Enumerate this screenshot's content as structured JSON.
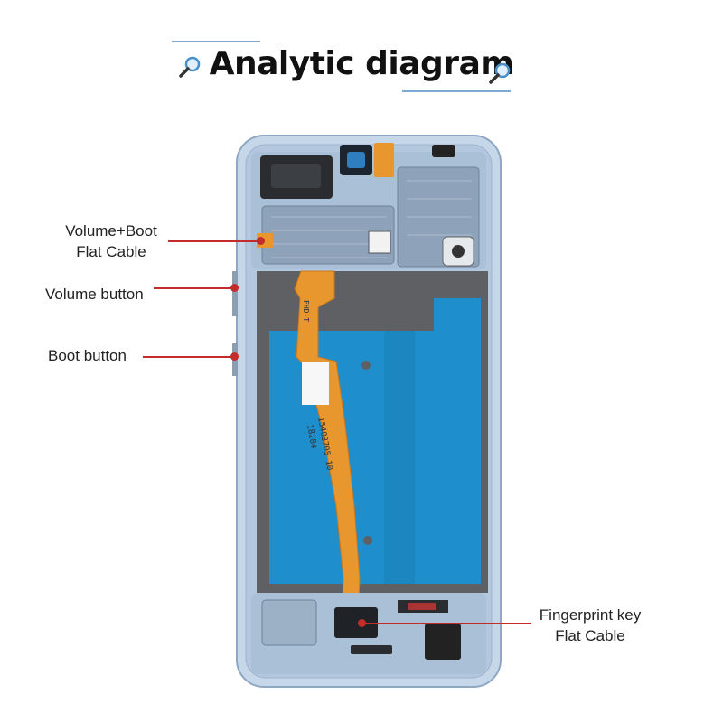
{
  "title": "Analytic diagram",
  "icons": {
    "left": "magnifier-icon",
    "right": "magnifier-icon"
  },
  "colors": {
    "accent_line": "#c42b2b",
    "frame": "#b9cde3",
    "cable": "#e8962e",
    "panel_blue": "#1e8fcc",
    "panel_grey": "#5e6064"
  },
  "labels": {
    "volume_boot_cable": {
      "line1": "Volume+Boot",
      "line2": "Flat Cable"
    },
    "volume_button": "Volume button",
    "boot_button": "Boot button",
    "fingerprint_cable": {
      "line1": "Fingerprint key",
      "line2": "Flat Cable"
    }
  },
  "cable_print": {
    "line1": "FHD-T",
    "line2": "15403705 10",
    "line3": "18284"
  }
}
